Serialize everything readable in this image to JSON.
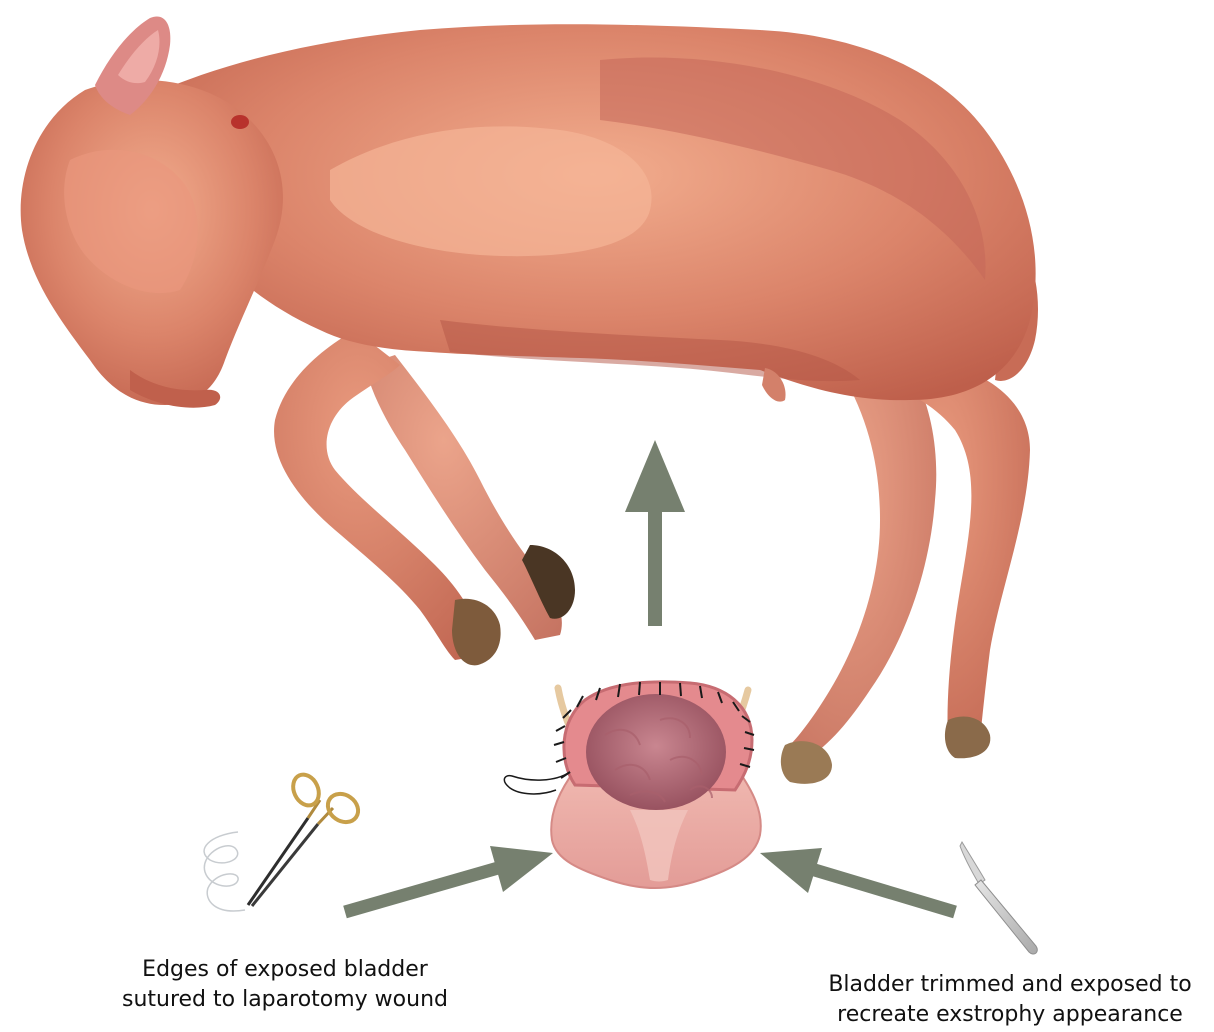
{
  "captions": {
    "left": {
      "line1": "Edges of exposed bladder",
      "line2": "sutured to laparotomy wound"
    },
    "right": {
      "line1": "Bladder trimmed and exposed to",
      "line2": "recreate exstrophy appearance"
    }
  },
  "colors": {
    "arrow": "#76806F",
    "lamb_body": "#D77E65",
    "lamb_dark": "#B65845",
    "lamb_light": "#F0A88A",
    "hoof": "#7A5A3A",
    "bladder_outer": "#E8A6A0",
    "bladder_inner": "#B06E78",
    "suture": "#1A1A1A",
    "forceps": "#2E2E2E",
    "forceps_ring": "#C8A04A",
    "scalpel": "#C9C9C9",
    "background": "#FFFFFF"
  },
  "icons": {
    "animal": "lamb-illustration",
    "organ": "bladder-illustration",
    "tool_left": "needle-holder-forceps-icon",
    "tool_right": "scalpel-icon"
  }
}
